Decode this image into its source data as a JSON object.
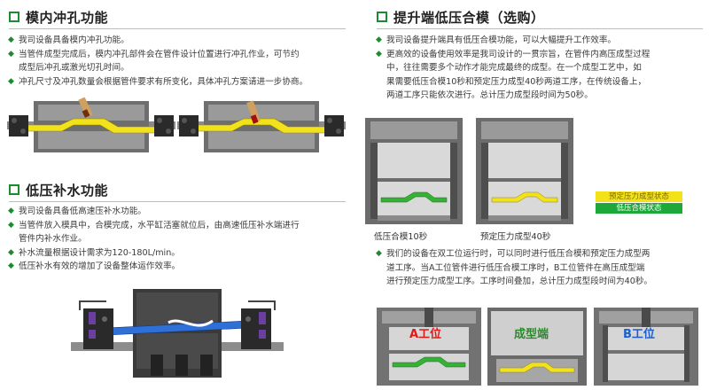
{
  "sections": {
    "punching": {
      "title": "模内冲孔功能",
      "bullets": [
        "我司设备具备模内冲孔功能。",
        "当管件成型完成后，模内冲孔部件会在管件设计位置进行冲孔作业，可节约",
        "成型后冲孔或激光切孔时间。",
        "冲孔尺寸及冲孔数量会根据管件要求有所变化，具体冲孔方案请进一步协商。"
      ]
    },
    "water": {
      "title": "低压补水功能",
      "bullets": [
        "我司设备具备低高速压补水功能。",
        "当管件放入模具中，合模完成，水平缸活塞就位后，由高速低压补水端进行",
        "管件内补水作业。",
        "补水流量根据设计需求为120-180L/min。",
        "低压补水有效的增加了设备整体运作效率。"
      ]
    },
    "upgrade": {
      "title": "提升端低压合模（选购）",
      "bullets_top": [
        "我司设备提升端具有低压合模功能，可以大幅提升工作效率。",
        "更高效的设备使用效率是我司设计的一贯宗旨，在管件内高压成型过程",
        "中，往往需要多个动作才能完成最终的成型。在一个成型工艺中，如",
        "果需要低压合模10秒和预定压力成型40秒两道工序，在传统设备上，",
        "两道工序只能依次进行。总计压力成型段时间为50秒。"
      ],
      "caption_left": "低压合模10秒",
      "caption_right": "预定压力成型40秒",
      "legend": {
        "high": "预定压力成型状态",
        "low": "低压合模状态"
      },
      "bullets_bottom": [
        "我们的设备在双工位运行时，可以同时进行低压合模和预定压力成型两",
        "道工序。当A工位管件进行低压合模工序时，B工位管件在高压成型端",
        "进行预定压力成型工序。工序时间叠加，总计压力成型段时间为40秒。"
      ],
      "stations": {
        "a": "A工位",
        "forming": "成型端",
        "b": "B工位"
      }
    }
  },
  "colors": {
    "accent": "#1c8a2e",
    "part_yellow": "#f2e21c",
    "part_green": "#33b233",
    "legend_yellow": "#f3e21a",
    "legend_green": "#1fa83a",
    "station_red": "#e01818",
    "station_green": "#2a8a2a",
    "station_blue": "#1a5fd0"
  }
}
